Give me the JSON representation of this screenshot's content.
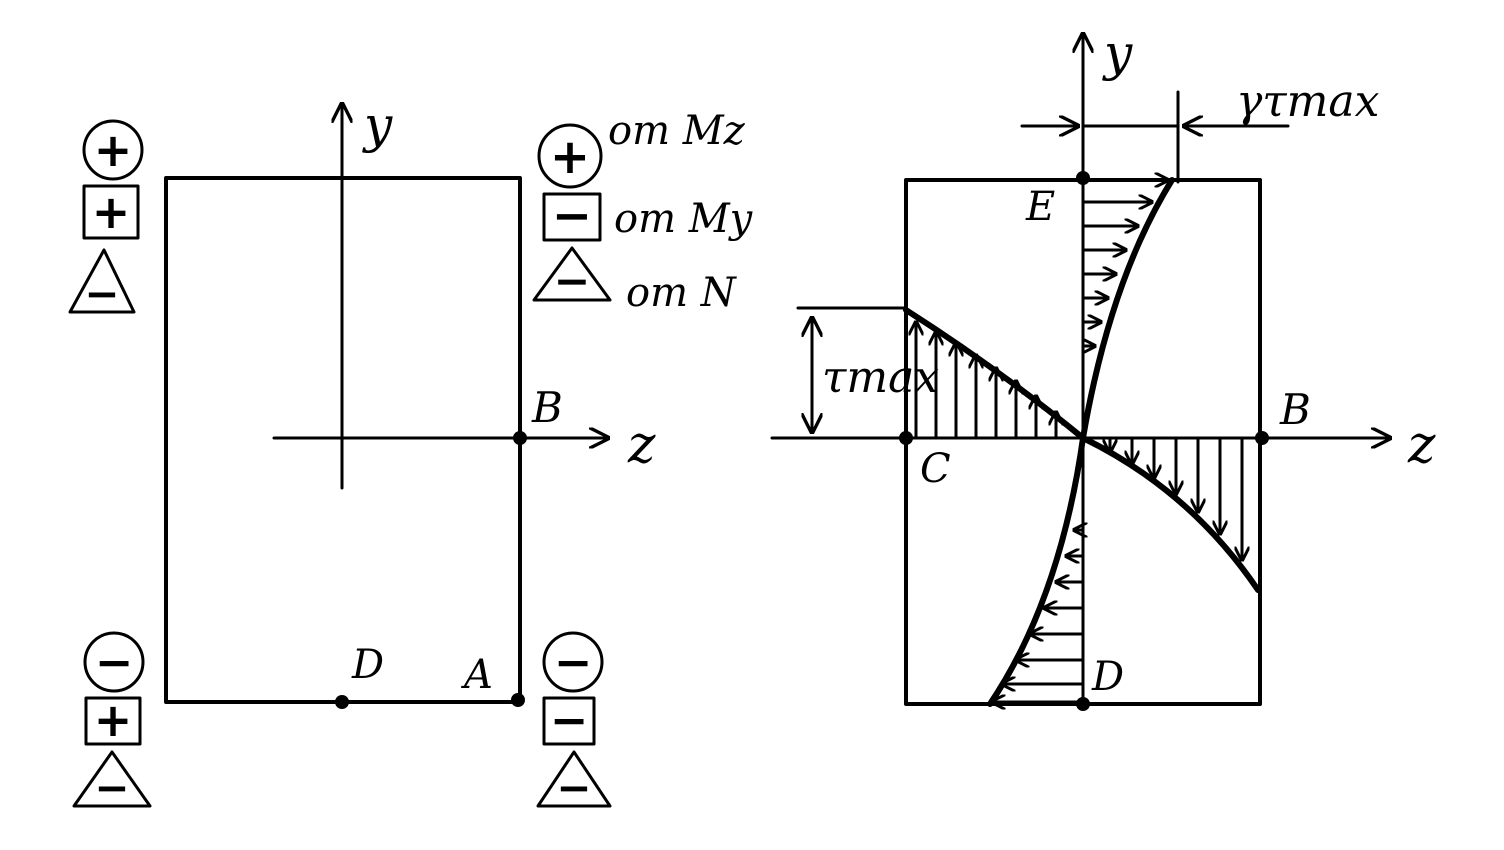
{
  "left_section": {
    "axis_y_label": "y",
    "axis_z_label": "z",
    "point_b": "B",
    "point_a": "A",
    "point_d": "D",
    "legend": {
      "mz_label": "от Mz",
      "my_label": "от My",
      "n_label": "от N"
    },
    "sign_groups": {
      "top_left": [
        "+",
        "+",
        "−"
      ],
      "top_right": [
        "+",
        "−",
        "−"
      ],
      "bottom_left": [
        "−",
        "+",
        "−"
      ],
      "bottom_right": [
        "−",
        "−",
        "−"
      ]
    }
  },
  "right_section": {
    "axis_y_label": "y",
    "axis_z_label": "z",
    "point_e": "E",
    "point_b": "B",
    "point_c": "C",
    "point_d": "D",
    "tau_max_label": "τmax",
    "gamma_tau_label": "γτmax"
  }
}
